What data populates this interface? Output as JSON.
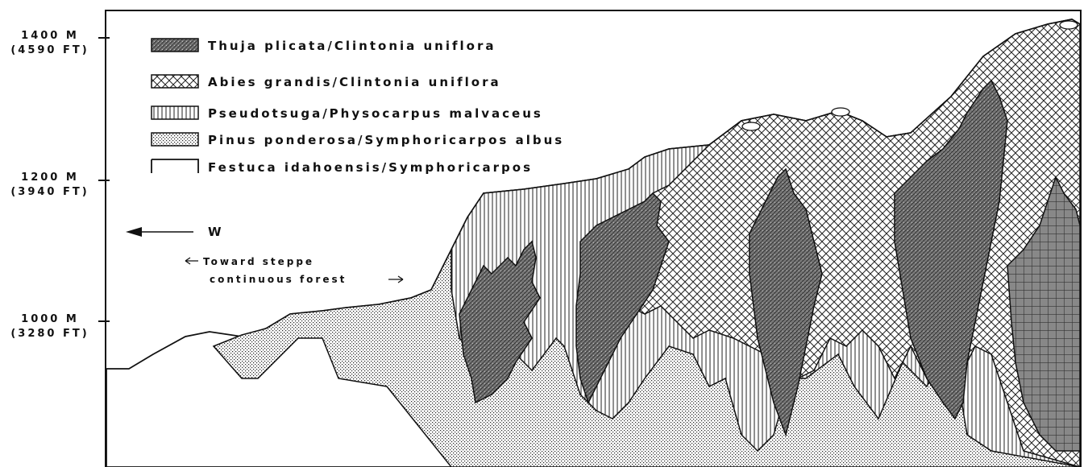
{
  "elevations": [
    {
      "m": "1400 M",
      "ft": "(4590 FT)"
    },
    {
      "m": "1200 M",
      "ft": "(3940 FT)"
    },
    {
      "m": "1000 M",
      "ft": "(3280 FT)"
    }
  ],
  "legend": [
    {
      "label": "Thuja plicata/Clintonia uniflora",
      "pattern": "thuja"
    },
    {
      "label": "Abies grandis/Clintonia uniflora",
      "pattern": "abies"
    },
    {
      "label": "Pseudotsuga/Physocarpus malvaceus",
      "pattern": "pseudo"
    },
    {
      "label": "Pinus ponderosa/Symphoricarpos albus",
      "pattern": "pinus"
    },
    {
      "label": "Festuca idahoensis/Symphoricarpos",
      "pattern": "festuca"
    }
  ],
  "direction": {
    "label": "W"
  },
  "gradient_note": {
    "line1": "Toward steppe",
    "line2": "continuous forest"
  },
  "colors": {
    "ink": "#111111",
    "background": "#ffffff"
  }
}
